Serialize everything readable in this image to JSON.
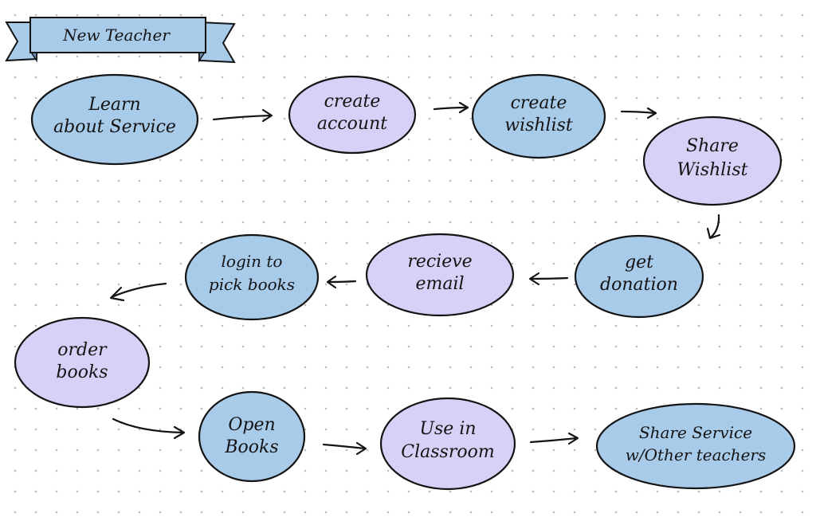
{
  "banner": {
    "label": "New Teacher"
  },
  "colors": {
    "blue": "#a9cbea",
    "purple": "#d6d1f6",
    "banner": "#a9cbea",
    "ink": "#141414"
  },
  "nodes": [
    {
      "id": "learn",
      "lines": [
        "Learn",
        "about Service"
      ],
      "color": "blue"
    },
    {
      "id": "create-account",
      "lines": [
        "create",
        "account"
      ],
      "color": "purple"
    },
    {
      "id": "create-wishlist",
      "lines": [
        "create",
        "wishlist"
      ],
      "color": "blue"
    },
    {
      "id": "share-wishlist",
      "lines": [
        "Share",
        "Wishlist"
      ],
      "color": "purple"
    },
    {
      "id": "get-donation",
      "lines": [
        "get",
        "donation"
      ],
      "color": "blue"
    },
    {
      "id": "recieve-email",
      "lines": [
        "recieve",
        "email"
      ],
      "color": "purple"
    },
    {
      "id": "login",
      "lines": [
        "login to",
        "pick books"
      ],
      "color": "blue"
    },
    {
      "id": "order-books",
      "lines": [
        "order",
        "books"
      ],
      "color": "purple"
    },
    {
      "id": "open-books",
      "lines": [
        "Open",
        "Books"
      ],
      "color": "blue"
    },
    {
      "id": "use-classroom",
      "lines": [
        "Use in",
        "Classroom"
      ],
      "color": "purple"
    },
    {
      "id": "share-service",
      "lines": [
        "Share Service",
        "w/Other teachers"
      ],
      "color": "blue"
    }
  ],
  "edges": [
    {
      "from": "learn",
      "to": "create-account"
    },
    {
      "from": "create-account",
      "to": "create-wishlist"
    },
    {
      "from": "create-wishlist",
      "to": "share-wishlist"
    },
    {
      "from": "share-wishlist",
      "to": "get-donation"
    },
    {
      "from": "get-donation",
      "to": "recieve-email"
    },
    {
      "from": "recieve-email",
      "to": "login"
    },
    {
      "from": "login",
      "to": "order-books"
    },
    {
      "from": "order-books",
      "to": "open-books"
    },
    {
      "from": "open-books",
      "to": "use-classroom"
    },
    {
      "from": "use-classroom",
      "to": "share-service"
    }
  ]
}
